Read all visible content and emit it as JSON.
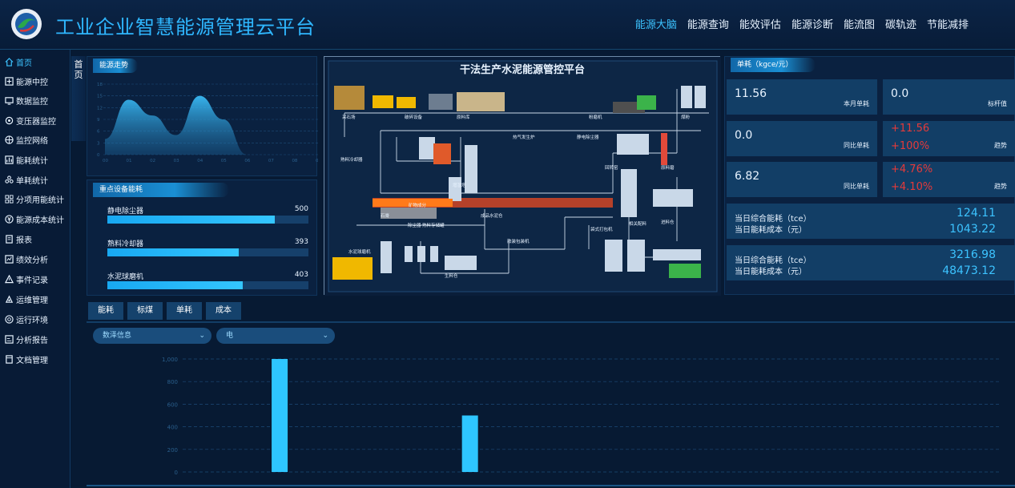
{
  "header": {
    "title": "工业企业智慧能源管理云平台",
    "nav": [
      "能源大脑",
      "能源查询",
      "能效评估",
      "能源诊断",
      "能流图",
      "碳轨迹",
      "节能减排"
    ],
    "active_nav": 0
  },
  "sidebar": {
    "items": [
      {
        "label": "首页",
        "icon": "home-icon",
        "active": true
      },
      {
        "label": "能源中控",
        "icon": "control-icon"
      },
      {
        "label": "数据监控",
        "icon": "monitor-icon"
      },
      {
        "label": "变压器监控",
        "icon": "transformer-icon"
      },
      {
        "label": "监控网络",
        "icon": "network-icon"
      },
      {
        "label": "能耗统计",
        "icon": "stats-icon"
      },
      {
        "label": "单耗统计",
        "icon": "unit-consumption-icon"
      },
      {
        "label": "分项用能统计",
        "icon": "grid-icon"
      },
      {
        "label": "能源成本统计",
        "icon": "cost-icon"
      },
      {
        "label": "报表",
        "icon": "report-icon"
      },
      {
        "label": "绩效分析",
        "icon": "performance-icon"
      },
      {
        "label": "事件记录",
        "icon": "warning-icon"
      },
      {
        "label": "运维管理",
        "icon": "maintenance-icon"
      },
      {
        "label": "运行环境",
        "icon": "environment-icon"
      },
      {
        "label": "分析报告",
        "icon": "analysis-icon"
      },
      {
        "label": "文档管理",
        "icon": "document-icon"
      }
    ]
  },
  "page_tab": "首页",
  "energy_trend": {
    "title": "能源走势",
    "chart_data": {
      "type": "area",
      "x": [
        "00",
        "01",
        "02",
        "03",
        "04",
        "05",
        "06",
        "07",
        "08",
        "09"
      ],
      "y_ticks": [
        0,
        3,
        6,
        9,
        12,
        15,
        18
      ],
      "ylim": [
        0,
        18
      ],
      "values": [
        4,
        14,
        10,
        5,
        15,
        9,
        0,
        0,
        0,
        0
      ],
      "color": "#3cc3ff"
    }
  },
  "equipment": {
    "title": "重点设备能耗",
    "chart_data": {
      "type": "bar",
      "max": 600,
      "items": [
        {
          "name": "静电除尘器",
          "value": 500
        },
        {
          "name": "熟料冷却器",
          "value": 393
        },
        {
          "name": "水泥球磨机",
          "value": 403
        }
      ]
    }
  },
  "diagram": {
    "title": "干法生产水泥能源管控平台",
    "labels": [
      "采石场",
      "破碎设备",
      "原料库",
      "粉磨机",
      "煤粉",
      "热气发生炉",
      "增湿塔",
      "静电除尘器",
      "熟料冷却器",
      "回转窑",
      "石膏",
      "矿物成分",
      "除尘器",
      "熟料存储罐",
      "成品水泥仓",
      "水泥球磨机",
      "散装包装机",
      "生料仓",
      "袋式打包机",
      "相关配料",
      "进料仓",
      "原料磨"
    ]
  },
  "unit_consumption": {
    "title": "单耗（kgce/元）",
    "cells": [
      {
        "value": "11.56",
        "label": "本月单耗"
      },
      {
        "value": "0.0",
        "label": "标杆值"
      },
      {
        "value": "0.0",
        "label": "同比单耗"
      },
      {
        "up1": "+11.56",
        "up2": "+100%",
        "label": "趋势"
      },
      {
        "value": "6.82",
        "label": "同比单耗"
      },
      {
        "up1": "+4.76%",
        "up2": "+4.10%",
        "label": "趋势"
      }
    ],
    "day": [
      {
        "l1": "当日综合能耗（tce）",
        "l2": "当日能耗成本（元）",
        "v1": "124.11",
        "v2": "1043.22"
      },
      {
        "l1": "当日综合能耗（tce）",
        "l2": "当日能耗成本（元）",
        "v1": "3216.98",
        "v2": "48473.12"
      }
    ]
  },
  "bottom": {
    "tabs": [
      "能耗",
      "标煤",
      "单耗",
      "成本"
    ],
    "select1": "数泽信息",
    "select2": "电",
    "chart_data": {
      "type": "bar",
      "y_ticks": [
        0,
        200,
        400,
        600,
        800,
        1000
      ],
      "y_tick_labels": [
        "0",
        "200",
        "400",
        "600",
        "800",
        "1,000"
      ],
      "ylim": [
        0,
        1000
      ],
      "values": [
        1000,
        500
      ],
      "positions": [
        0.208,
        0.413
      ],
      "color": "#2ec6ff"
    }
  }
}
